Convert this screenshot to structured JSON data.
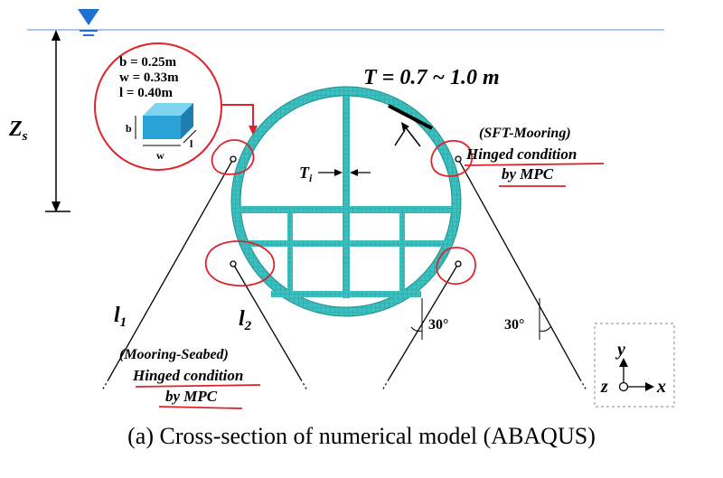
{
  "colors": {
    "water_line": "#8fb4e0",
    "water_marker": "#1e6fd0",
    "section_teal": "#3bbfbf",
    "section_dark": "#1f8f8f",
    "annotation_red": "#e0232b",
    "block_blue": "#29a3d6"
  },
  "depth": {
    "label_main": "Z",
    "label_sub": "s"
  },
  "block": {
    "b_line": "b  = 0.25m",
    "w_line": "w = 0.33m",
    "l_line": "l  = 0.40m",
    "b_label": "b",
    "w_label": "w",
    "l_label": "l"
  },
  "thickness": {
    "label": "T = 0.7 ~ 1.0 m",
    "inner_main": "T",
    "inner_sub": "i"
  },
  "sft_note": {
    "line1": "(SFT-Mooring)",
    "line2": "Hinged condition",
    "line3": "by MPC"
  },
  "seabed_note": {
    "line1": "(Mooring-Seabed)",
    "line2": "Hinged condition",
    "line3": "by MPC"
  },
  "lines": {
    "l1_main": "l",
    "l1_sub": "1",
    "l2_main": "l",
    "l2_sub": "2"
  },
  "angles": {
    "left": "30°",
    "right": "30°"
  },
  "axes": {
    "y": "y",
    "z": "z",
    "x": "x"
  },
  "caption": "(a) Cross-section of numerical model (ABAQUS)"
}
